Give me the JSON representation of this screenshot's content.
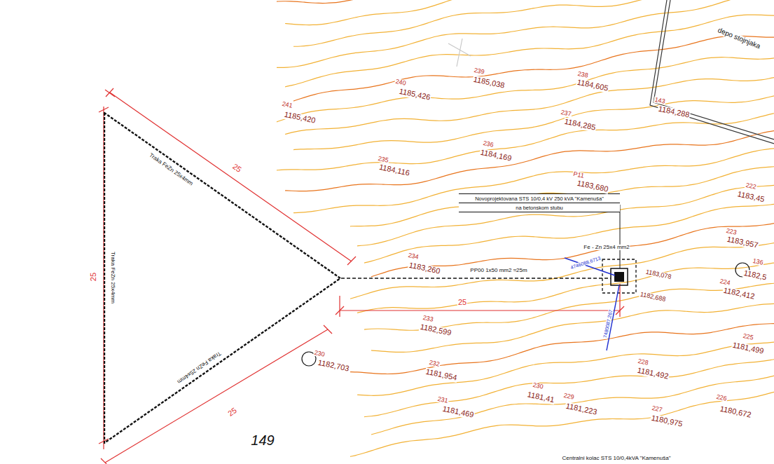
{
  "diagram": {
    "nodes": [
      {
        "text": [
          "Traka FeZn 25x4mm",
          "Traka FeZn 25x4mm",
          "Traka FeZn 25x4mm"
        ]
      },
      {
        "text": [
          "Novoprojektovana STS 10/0,4 kV 250 kVA \"Kamenuša\"",
          "na betonskom stubu"
        ]
      }
    ],
    "labels": [
      "241",
      "1185,420",
      "240",
      "1185,426",
      "239",
      "1185,038",
      "238",
      "1184,605",
      "143",
      "1184,288",
      "depo stojnjaka",
      "237",
      "1184,285",
      "236",
      "1184,169",
      "235",
      "1184,116",
      "P11",
      "1183,680",
      "222",
      "1183,45",
      "25",
      "Fe - Zn 25x4 mm2",
      "223",
      "1183,957",
      "234",
      "1183,260",
      "PP00 1x50 mm2 ≈25m",
      "4746088,6713",
      "1183,078",
      "1182,688",
      "136",
      "1182,5",
      "25",
      "25",
      "224",
      "1182,412",
      "233",
      "1182,599",
      "7480087,267",
      "230",
      "1182,703",
      "25",
      "232",
      "1181,954",
      "225",
      "1181,499",
      "228",
      "1181,492",
      "230",
      "1181,41",
      "229",
      "1181,223",
      "231",
      "1181,469",
      "227",
      "1180,975",
      "226",
      "1180,672",
      "149",
      "Centralni kolac STS 10/0,4kVA \"Kamenuša\""
    ]
  }
}
